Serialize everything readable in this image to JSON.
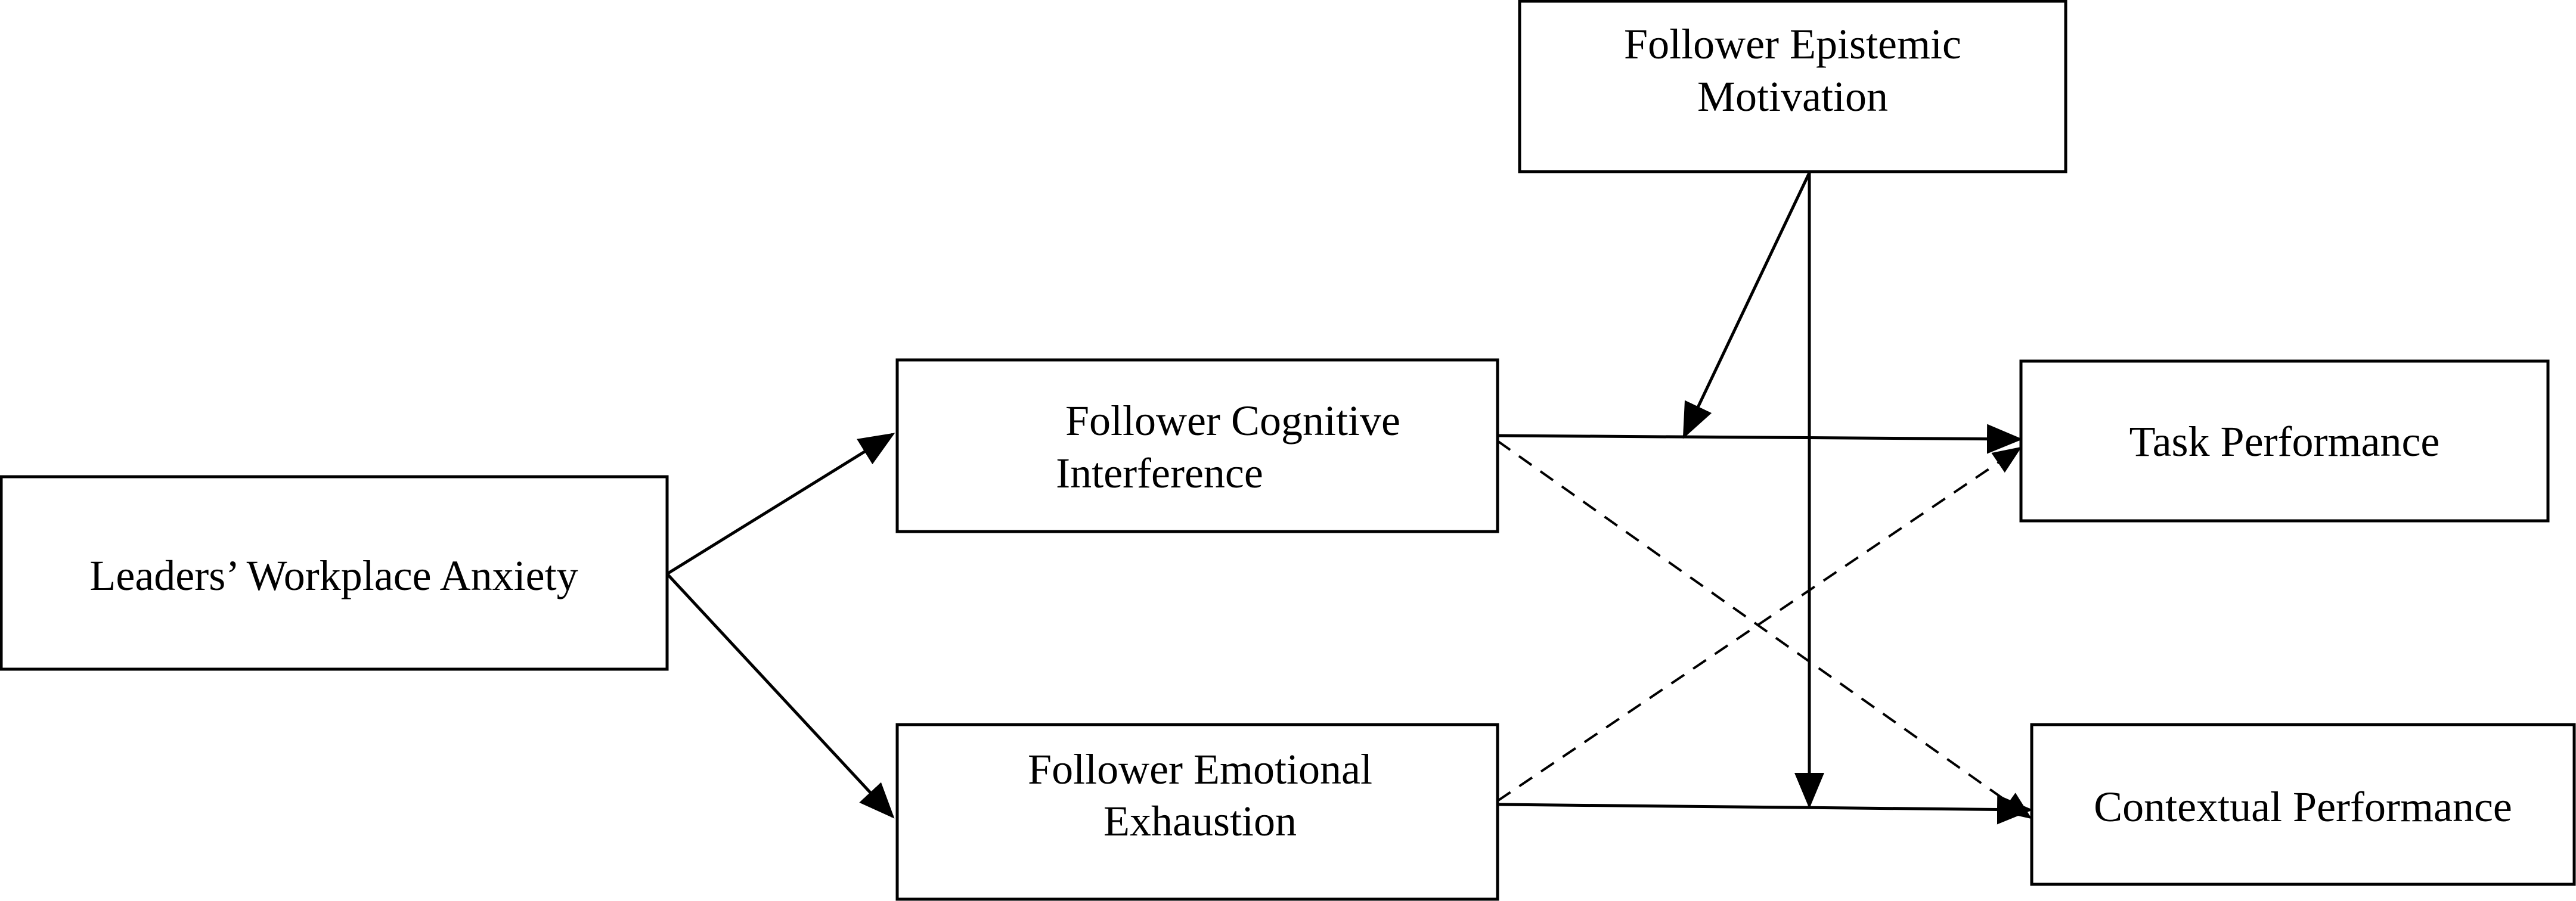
{
  "diagram": {
    "nodes": {
      "leaders_anxiety": {
        "lines": [
          "Leaders’ Workplace Anxiety"
        ]
      },
      "cognitive_interference": {
        "lines": [
          "Follower Cognitive",
          "Interference"
        ]
      },
      "emotional_exhaustion": {
        "lines": [
          "Follower  Emotional",
          "Exhaustion"
        ]
      },
      "epistemic_motivation": {
        "lines": [
          "Follower Epistemic",
          "Motivation"
        ]
      },
      "task_performance": {
        "lines": [
          "Task Performance"
        ]
      },
      "contextual_performance": {
        "lines": [
          "Contextual Performance"
        ]
      }
    },
    "edges": [
      {
        "from": "leaders_anxiety",
        "to": "cognitive_interference",
        "style": "solid"
      },
      {
        "from": "leaders_anxiety",
        "to": "emotional_exhaustion",
        "style": "solid"
      },
      {
        "from": "cognitive_interference",
        "to": "task_performance",
        "style": "solid"
      },
      {
        "from": "emotional_exhaustion",
        "to": "contextual_performance",
        "style": "solid"
      },
      {
        "from": "cognitive_interference",
        "to": "contextual_performance",
        "style": "dashed"
      },
      {
        "from": "emotional_exhaustion",
        "to": "task_performance",
        "style": "dashed"
      },
      {
        "from": "epistemic_motivation",
        "to": "path-cognitive-task",
        "style": "solid",
        "type": "moderation"
      },
      {
        "from": "epistemic_motivation",
        "to": "path-exhaustion-contextual",
        "style": "solid",
        "type": "moderation"
      }
    ],
    "colors": {
      "stroke": "#000000",
      "background": "#ffffff"
    }
  }
}
